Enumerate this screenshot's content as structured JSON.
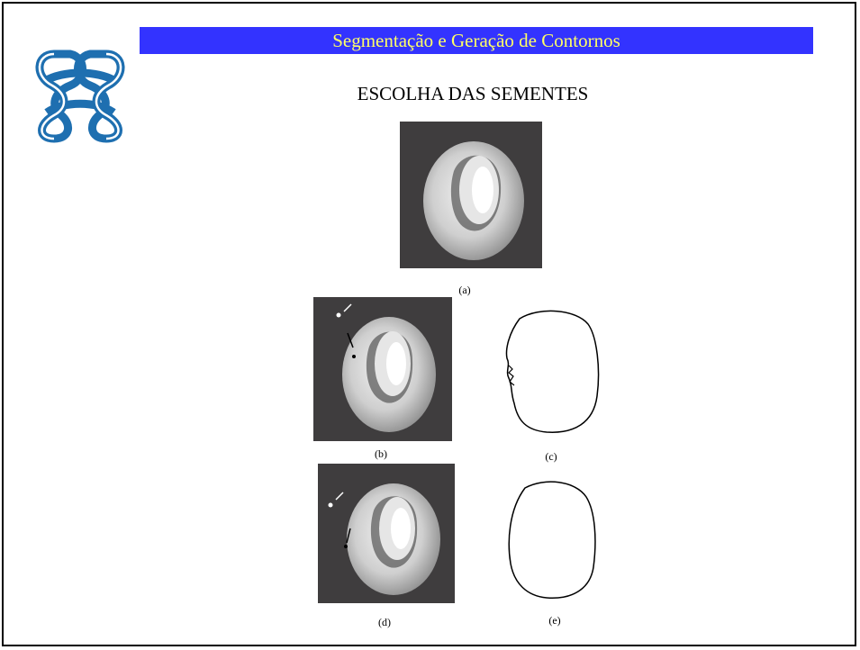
{
  "slide": {
    "title": "Segmentação e Geração de Contornos",
    "subtitle": "ESCOLHA DAS SEMENTES",
    "colors": {
      "title_bg": "#3333ff",
      "title_text": "#ffff66",
      "photo_bg": "#3f3d3e",
      "logo": "#1e6fb0"
    },
    "logo_icon": "university-knot-logo"
  },
  "figures": {
    "a": {
      "caption": "(a)"
    },
    "b": {
      "caption": "(b)"
    },
    "c": {
      "caption": "(c)"
    },
    "d": {
      "caption": "(d)"
    },
    "e": {
      "caption": "(e)"
    }
  }
}
